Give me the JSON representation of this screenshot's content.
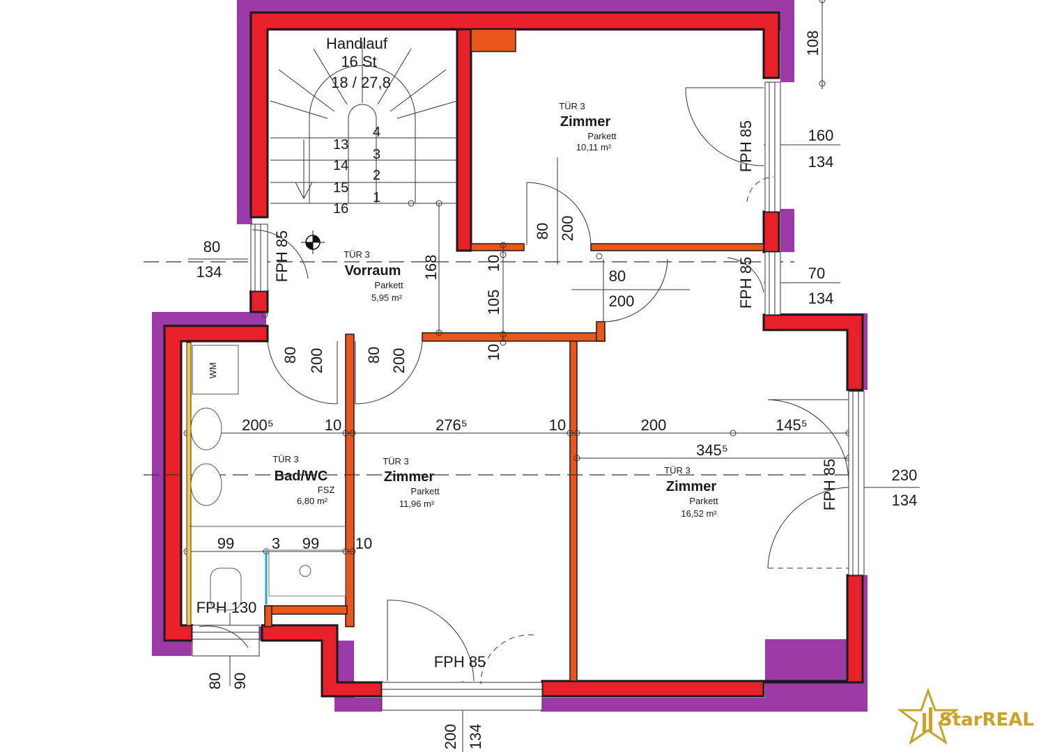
{
  "stairs": {
    "label": "Handlauf",
    "count": "16 St",
    "ratio": "18 / 27,8",
    "steps": [
      "1",
      "2",
      "3",
      "4",
      "13",
      "14",
      "15",
      "16"
    ]
  },
  "rooms": [
    {
      "door": "TÜR 3",
      "name": "Zimmer",
      "floor": "Parkett",
      "area": "10,11 m²"
    },
    {
      "door": "TÜR 3",
      "name": "Vorraum",
      "floor": "Parkett",
      "area": "5,95 m²"
    },
    {
      "door": "TÜR 3",
      "name": "Bad/WC",
      "floor": "FSZ",
      "area": "6,80 m²"
    },
    {
      "door": "TÜR 3",
      "name": "Zimmer",
      "floor": "Parkett",
      "area": "11,96 m²"
    },
    {
      "door": "TÜR 3",
      "name": "Zimmer",
      "floor": "Parkett",
      "area": "16,52 m²"
    }
  ],
  "labels": {
    "fph85": "FPH 85",
    "fph130": "FPH 130",
    "wm": "WM"
  },
  "dims": {
    "d108": "108",
    "d160": "160",
    "d134": "134",
    "d80": "80",
    "d70": "70",
    "d230": "230",
    "d200": "200",
    "d168": "168",
    "d10": "10",
    "d105": "105",
    "d2005": "200⁵",
    "d2765": "276⁵",
    "d1455": "145⁵",
    "d3455": "345⁵",
    "d99": "99",
    "d3": "3",
    "d90": "90"
  },
  "logo": {
    "text": "StarREAL"
  },
  "colors": {
    "outer": "#9b3aa6",
    "wall": "#e8202a",
    "inner": "#e8561e"
  }
}
